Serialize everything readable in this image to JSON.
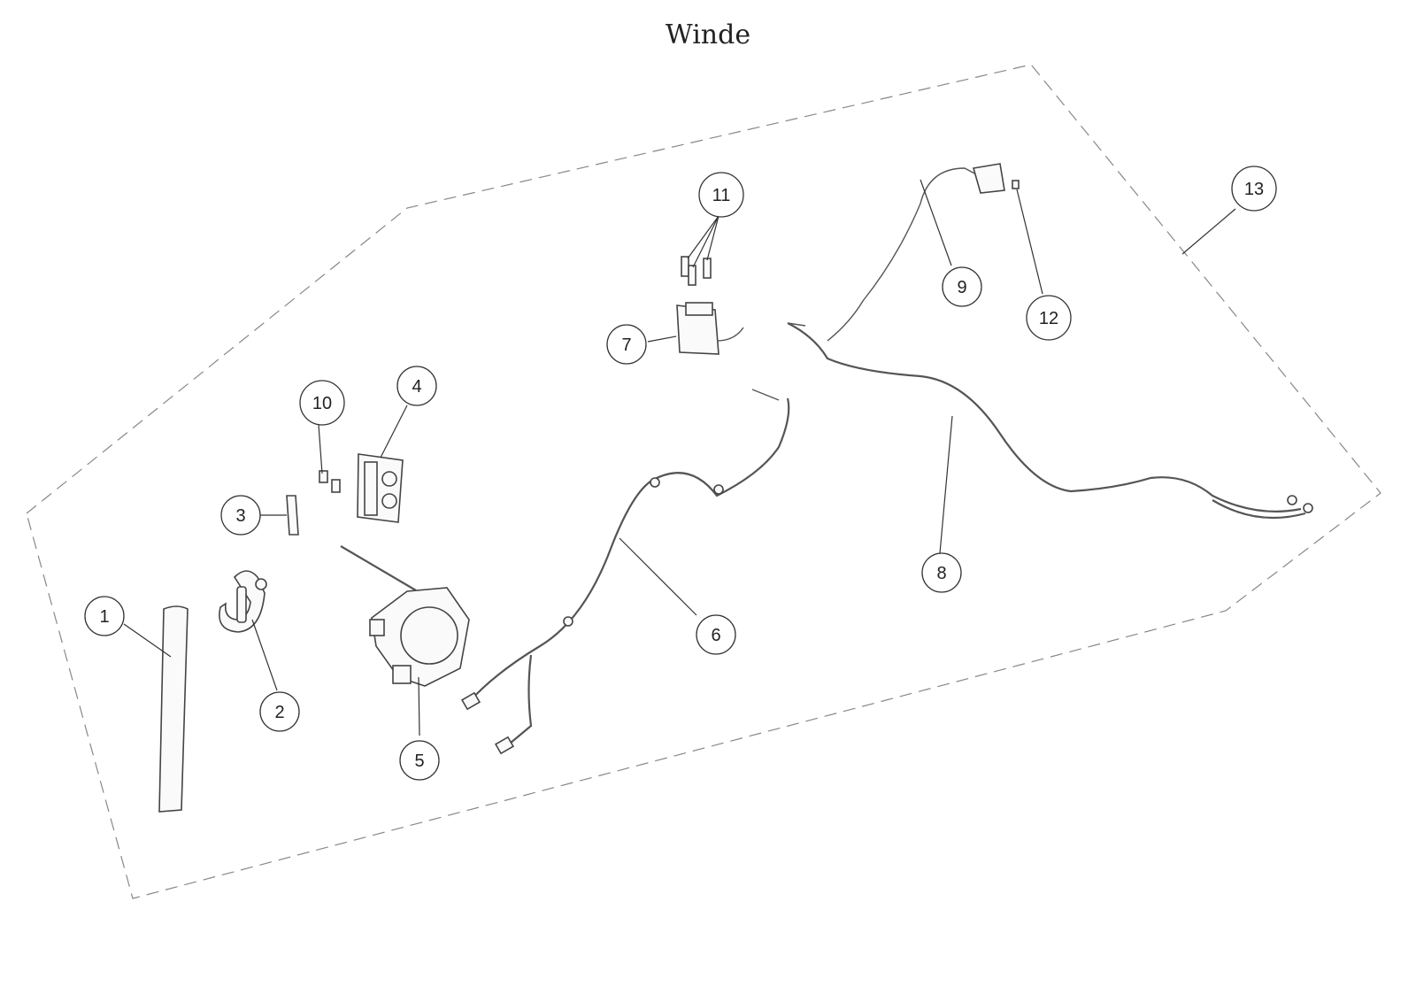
{
  "title": "Winde",
  "callouts": [
    {
      "id": "1",
      "label": "1"
    },
    {
      "id": "2",
      "label": "2"
    },
    {
      "id": "3",
      "label": "3"
    },
    {
      "id": "4",
      "label": "4"
    },
    {
      "id": "5",
      "label": "5"
    },
    {
      "id": "6",
      "label": "6"
    },
    {
      "id": "7",
      "label": "7"
    },
    {
      "id": "8",
      "label": "8"
    },
    {
      "id": "9",
      "label": "9"
    },
    {
      "id": "10",
      "label": "10"
    },
    {
      "id": "11",
      "label": "11"
    },
    {
      "id": "12",
      "label": "12"
    },
    {
      "id": "13",
      "label": "13"
    }
  ]
}
